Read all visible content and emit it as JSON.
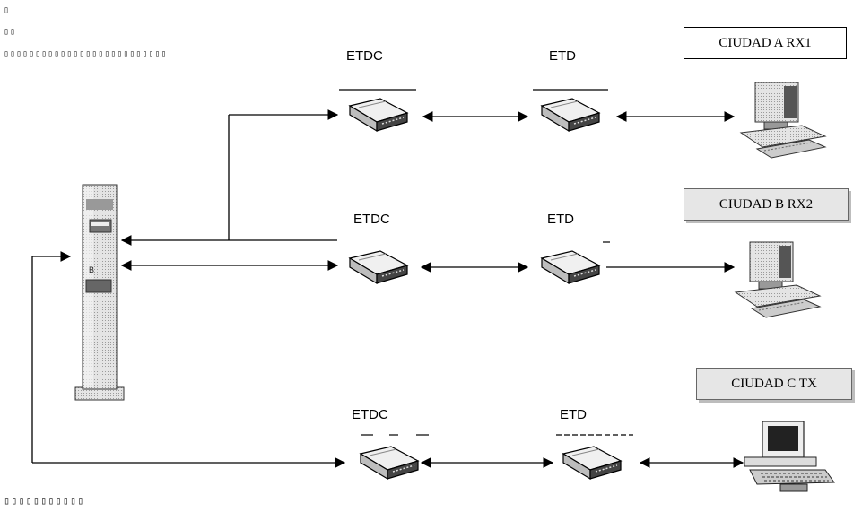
{
  "header": {
    "line1": "▯",
    "line2": "▯▯",
    "line3": "▯▯▯▯▯▯▯▯▯▯▯▯▯▯▯▯▯▯▯▯▯▯▯▯▯▯"
  },
  "footer": {
    "caption": "▯▯▯▯▯▯▯▯▯▯▯"
  },
  "rows": [
    {
      "etdc_label": "ETDC",
      "etd_label": "ETD",
      "city_label": "CIUDAD A  RX1"
    },
    {
      "etdc_label": "ETDC",
      "etd_label": "ETD",
      "city_label": "CIUDAD B  RX2"
    },
    {
      "etdc_label": "ETDC",
      "etd_label": "ETD",
      "city_label": "CIUDAD C  TX"
    }
  ],
  "colors": {
    "line": "#000000",
    "device": "#d9d9d9",
    "box_fill": "#e6e6e6"
  },
  "icons": [
    "server-tower-icon",
    "modem-icon",
    "computer-icon"
  ]
}
